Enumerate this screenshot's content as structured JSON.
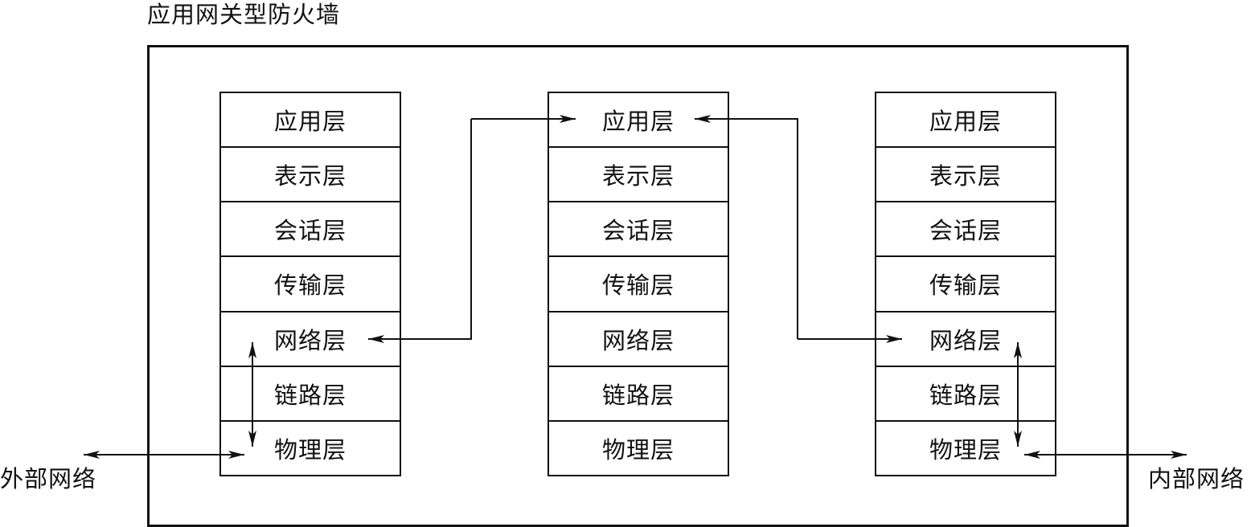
{
  "title": "应用网关型防火墙",
  "external_network": "外部网络",
  "internal_network": "内部网络",
  "stacks": [
    {
      "layers": [
        "应用层",
        "表示层",
        "会话层",
        "传输层",
        "网络层",
        "链路层",
        "物理层"
      ]
    },
    {
      "layers": [
        "应用层",
        "表示层",
        "会话层",
        "传输层",
        "网络层",
        "链路层",
        "物理层"
      ]
    },
    {
      "layers": [
        "应用层",
        "表示层",
        "会话层",
        "传输层",
        "网络层",
        "链路层",
        "物理层"
      ]
    }
  ]
}
